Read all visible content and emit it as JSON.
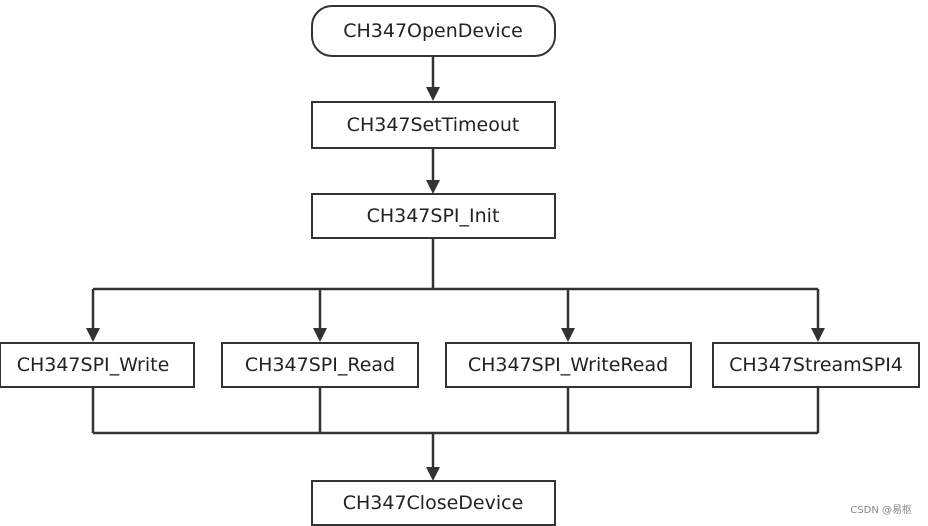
{
  "nodes": {
    "open_device": "CH347OpenDevice",
    "set_timeout": "CH347SetTimeout",
    "spi_init": "CH347SPI_Init",
    "spi_write": "CH347SPI_Write",
    "spi_read": "CH347SPI_Read",
    "spi_writeread": "CH347SPI_WriteRead",
    "stream_spi4": "CH347StreamSPI4",
    "close_device": "CH347CloseDevice"
  },
  "watermark": "CSDN @易枢"
}
